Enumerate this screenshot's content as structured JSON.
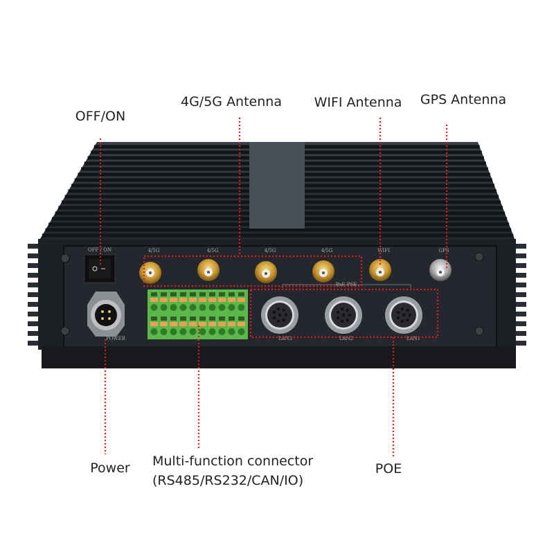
{
  "callouts": {
    "off_on": "OFF/ON",
    "antenna_4g5g": "4G/5G Antenna",
    "wifi_antenna": "WIFI Antenna",
    "gps_antenna": "GPS Antenna",
    "power": "Power",
    "multi_function_line1": "Multi-function connector",
    "multi_function_line2": "(RS485/RS232/CAN/IO)",
    "poe": "POE"
  },
  "panel_labels": {
    "switch": "OFF / ON",
    "ant1": "4/5G",
    "ant2": "4/5G",
    "ant3": "4/5G",
    "ant4": "4/5G",
    "wifi": "WIFI",
    "gps": "GPS",
    "poe_pse": "PoE PSE",
    "power": "POWER",
    "lan3": "LAN3",
    "lan2": "LAN2",
    "lan1": "LAN1"
  },
  "colors": {
    "callout_line": "#e21b1b",
    "body": "#1c1f24",
    "terminal": "#5cb84a"
  }
}
